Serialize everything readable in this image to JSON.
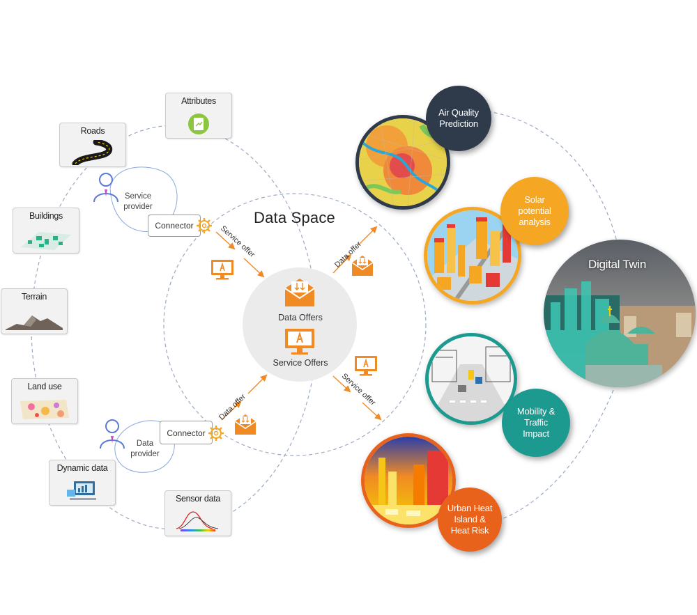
{
  "data_space": {
    "title": "Data Space",
    "hub": {
      "data_offers": "Data Offers",
      "service_offers": "Service Offers"
    },
    "flows": {
      "service_offer_in": "Service offer",
      "data_offer_out": "Data offer",
      "data_offer_in": "Data offer",
      "service_offer_out": "Service offer"
    }
  },
  "service_provider": {
    "label": "Service provider",
    "connector": "Connector"
  },
  "data_provider": {
    "label": "Data provider",
    "connector": "Connector"
  },
  "data_sources": [
    {
      "label": "Attributes",
      "icon": "spreadsheet-icon"
    },
    {
      "label": "Roads",
      "icon": "road-icon"
    },
    {
      "label": "Buildings",
      "icon": "buildings-map-icon"
    },
    {
      "label": "Terrain",
      "icon": "terrain-icon"
    },
    {
      "label": "Land use",
      "icon": "land-use-map-icon"
    },
    {
      "label": "Dynamic data",
      "icon": "dashboard-icon"
    },
    {
      "label": "Sensor data",
      "icon": "sensor-chart-icon"
    }
  ],
  "services": [
    {
      "label": "Air Quality Prediction",
      "color": "#2f3a4a"
    },
    {
      "label": "Solar potential analysis",
      "color": "#f5a623"
    },
    {
      "label": "Mobility & Traffic Impact",
      "color": "#1d9a8f"
    },
    {
      "label": "Urban Heat Island & Heat Risk",
      "color": "#e8621c"
    }
  ],
  "digital_twin": {
    "label": "Digital Twin"
  },
  "colors": {
    "accent": "#f08a24",
    "dashed": "#9aa9c4",
    "provider_ring": "#8aa8e0"
  }
}
